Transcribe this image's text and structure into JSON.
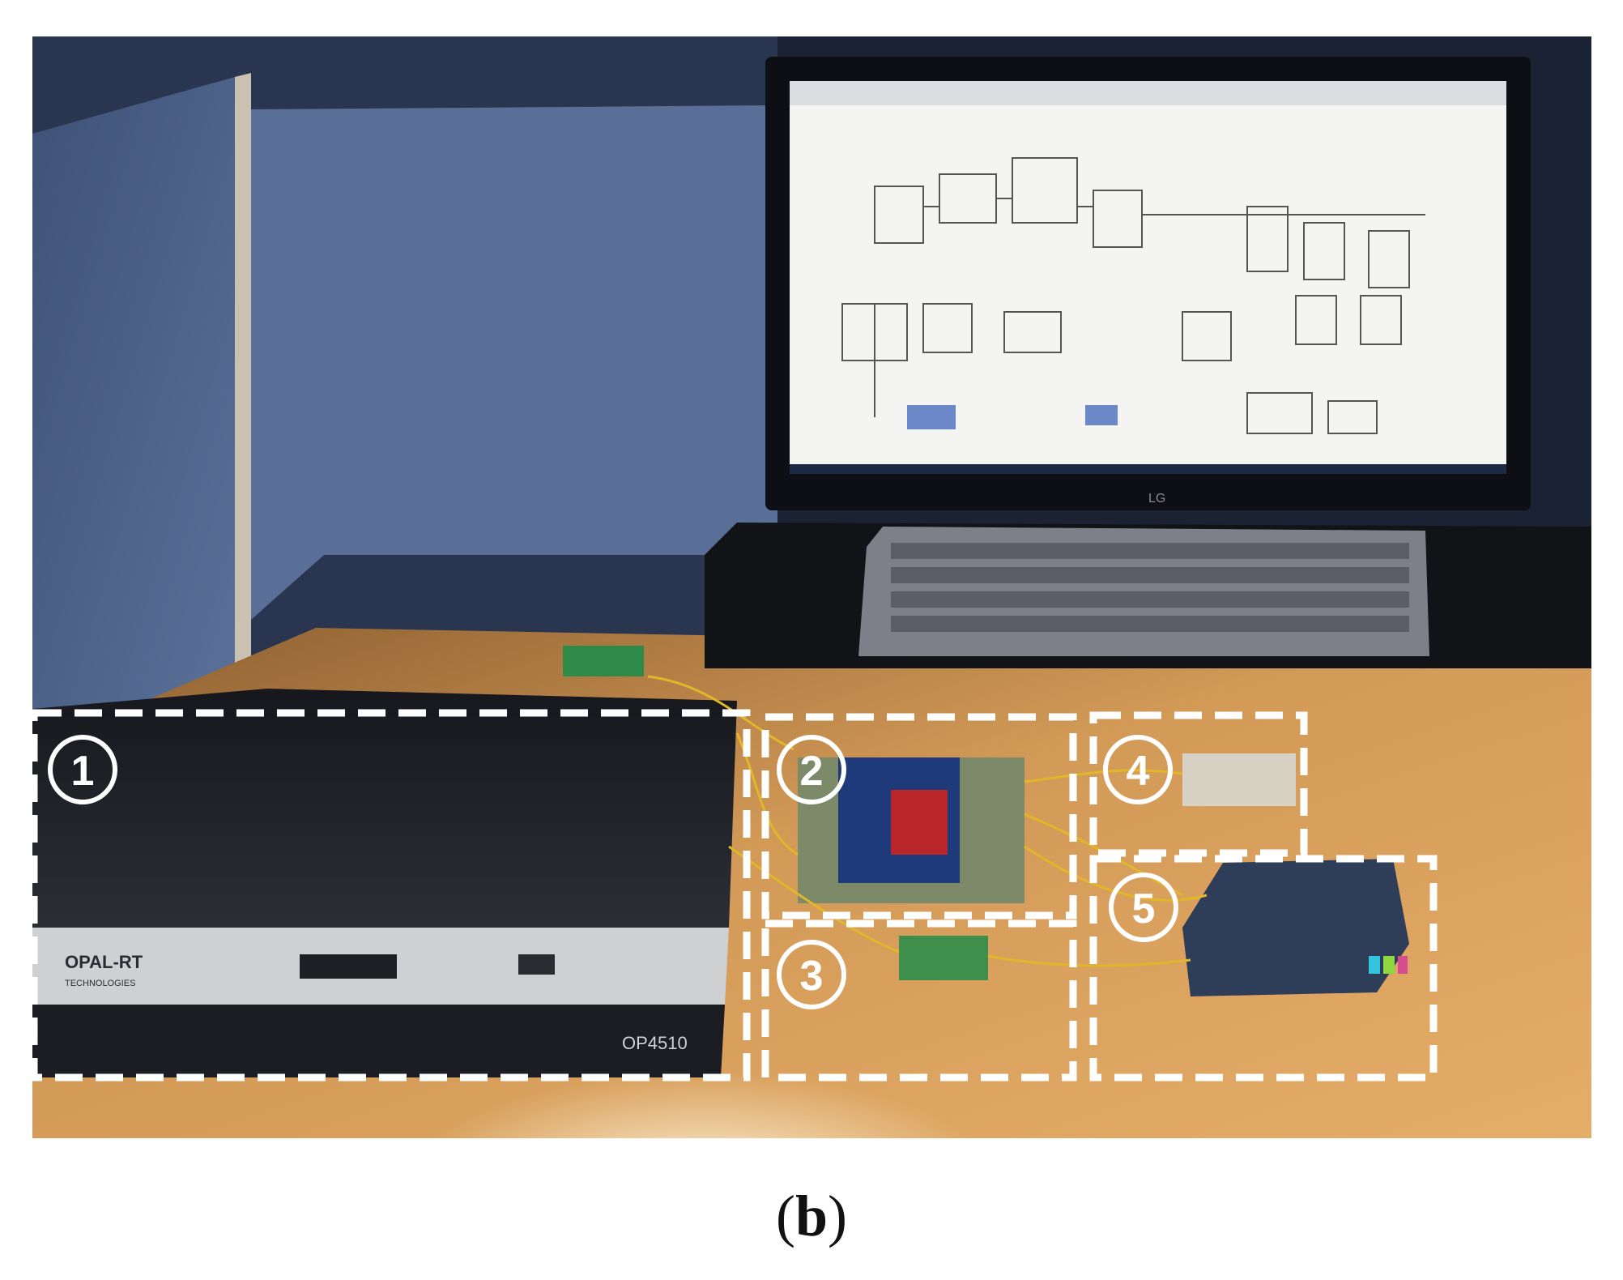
{
  "photo": {
    "brand_label": "OPAL-RT",
    "brand_sub": "TECHNOLOGIES",
    "model_label": "OP4510",
    "monitor_brand": "LG",
    "box_labels": [
      "1",
      "2",
      "3",
      "4",
      "5"
    ],
    "colors": {
      "partition": "#4a5f86",
      "desk": "#c98e4b",
      "dashed_box": "#ffffff"
    }
  },
  "caption": {
    "open": "(",
    "letter": "b",
    "close": ")"
  }
}
